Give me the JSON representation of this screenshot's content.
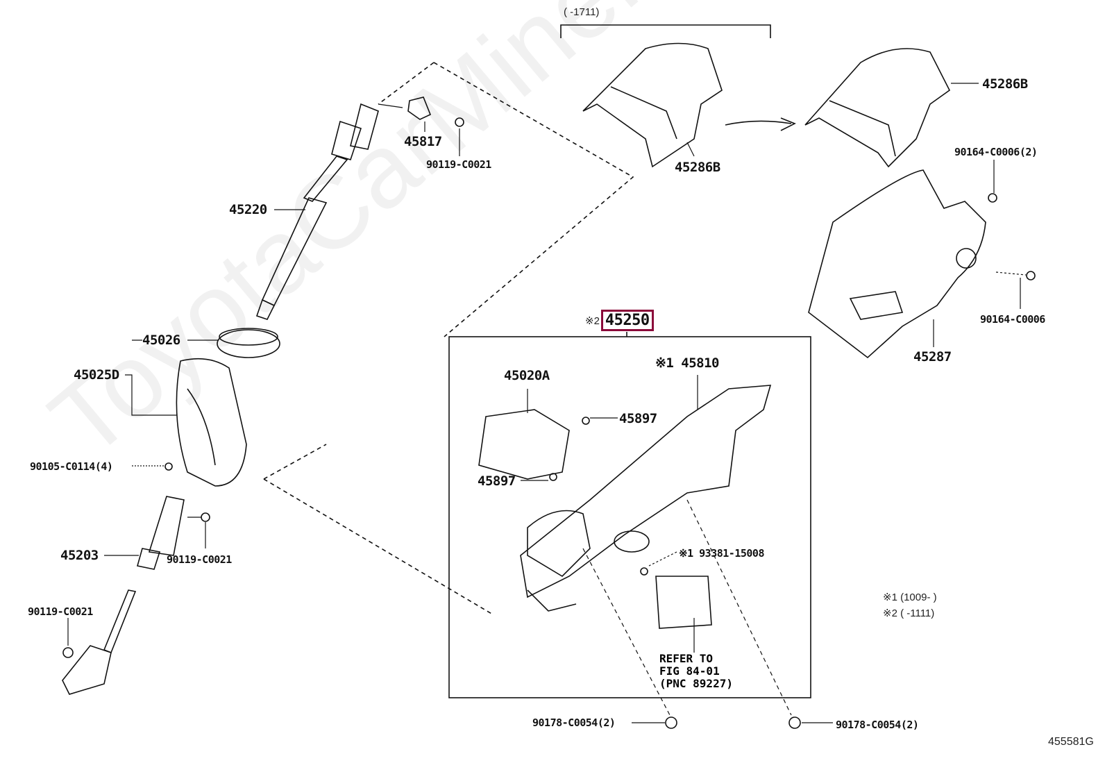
{
  "watermark": "ToyotaCarMiner.ru",
  "diagram_id": "455581G",
  "top_bracket_note": "(     -1711)",
  "footnotes": [
    "※1 (1009-     )",
    "※2 (     -1111)"
  ],
  "highlight_color": "#8b0a3a",
  "assembly": {
    "prefix": "※2",
    "part": "45250"
  },
  "labels": {
    "p45817": "45817",
    "p90119a": "90119-C0021",
    "p45220": "45220",
    "p45026": "45026",
    "p45025D": "45025D",
    "p90105": "90105-C0114(4)",
    "p45203": "45203",
    "p90119b": "90119-C0021",
    "p90119c": "90119-C0021",
    "p45286Ba": "45286B",
    "p45286Bb": "45286B",
    "p90164a": "90164-C0006(2)",
    "p90164b": "90164-C0006",
    "p45287": "45287",
    "p45810": "※1 45810",
    "p45020A": "45020A",
    "p45897a": "45897",
    "p45897b": "45897",
    "p93381": "※1 93381-15008",
    "refer": "REFER TO\nFIG 84-01\n(PNC 89227)",
    "p90178a": "90178-C0054(2)",
    "p90178b": "90178-C0054(2)"
  }
}
